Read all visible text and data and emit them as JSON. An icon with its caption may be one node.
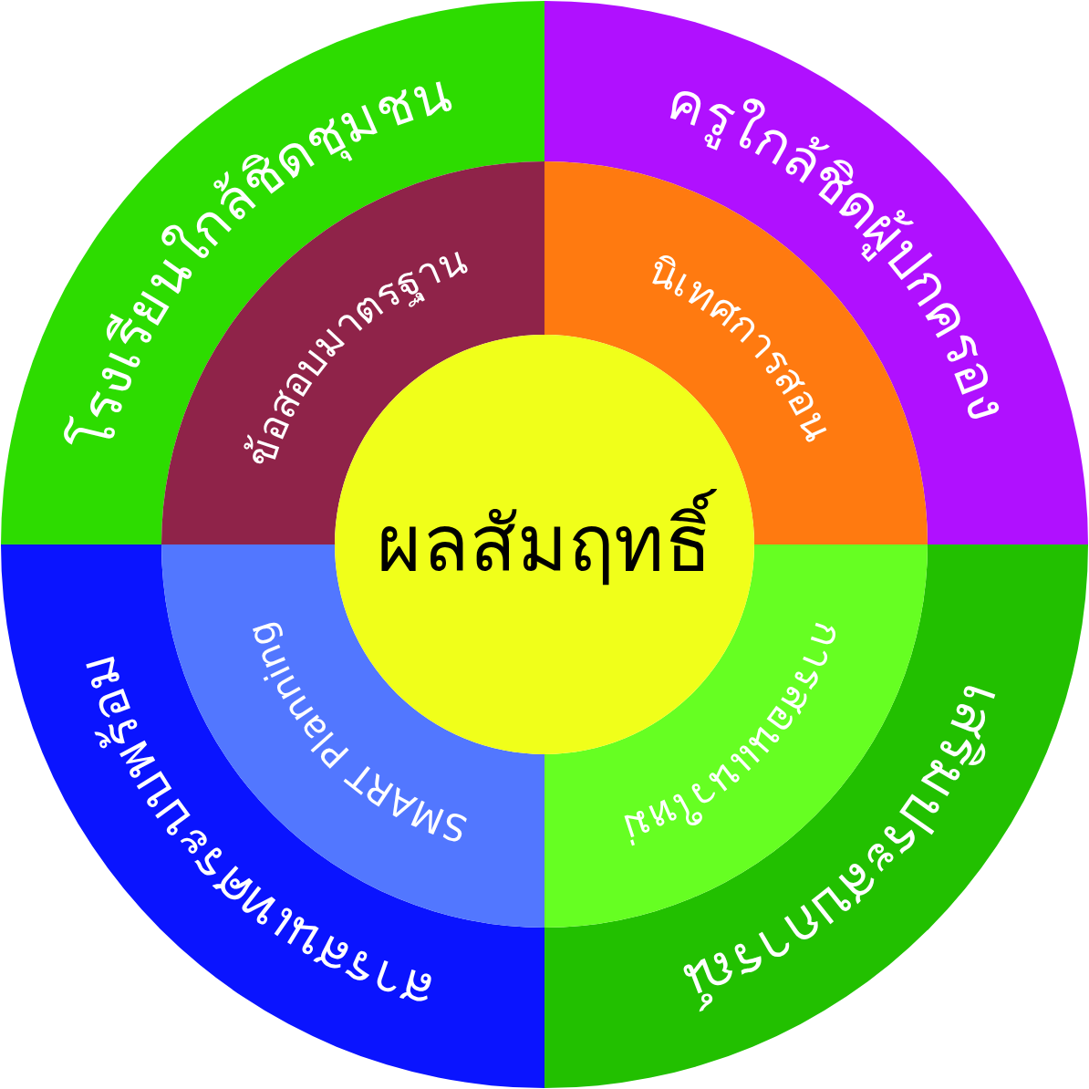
{
  "diagram": {
    "nodes": [
      {
        "text": [
          "โรงเรียนใกล้ชิดชุมชน"
        ]
      },
      {
        "text": [
          "ครูใกล้ชิดผู้ปกครอง"
        ]
      },
      {
        "text": [
          "ข้อสอบมาตรฐาน"
        ]
      },
      {
        "text": [
          "นิเทศการสอน"
        ]
      },
      {
        "text": [
          "ผลสัมฤทธิ์"
        ]
      },
      {
        "text": [
          "SMART Planning"
        ]
      },
      {
        "text": [
          "การสอนแนวใหม่"
        ]
      },
      {
        "text": [
          "สารสนเทศระบบพร้อม"
        ]
      },
      {
        "text": [
          "เสริมประสบการณ์"
        ]
      }
    ]
  }
}
